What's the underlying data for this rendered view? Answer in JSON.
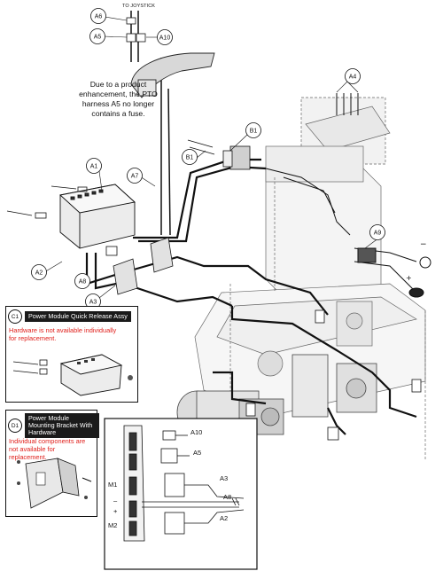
{
  "top_label": "TO JOYSTICK",
  "fuse_note": "Due to a product enhancement, the PTO harness A5 no longer contains a fuse.",
  "callouts": {
    "a1": "A1",
    "a2": "A2",
    "a3": "A3",
    "a4": "A4",
    "a5": "A5",
    "a6": "A6",
    "a7": "A7",
    "a8": "A8",
    "a9": "A9",
    "a10": "A10",
    "b1a": "B1",
    "b1b": "B1"
  },
  "kit_c1": {
    "id": "C1",
    "title": "Power Module Quick Release Assy",
    "note": "Hardware is not available individually for replacement."
  },
  "kit_d1": {
    "id": "D1",
    "title": "Power Module Mounting Bracket With Hardware",
    "note": "Individual components are not available for replacement."
  },
  "connector_detail": {
    "m1": "M1",
    "m2": "M2",
    "minus": "–",
    "plus": "+",
    "a10": "A10",
    "a5": "A5",
    "a3": "A3",
    "a8": "A8",
    "a2": "A2"
  },
  "colors": {
    "inset_title_bg": "#1a1a1a",
    "note_red": "#e0201c",
    "line": "#111111"
  }
}
